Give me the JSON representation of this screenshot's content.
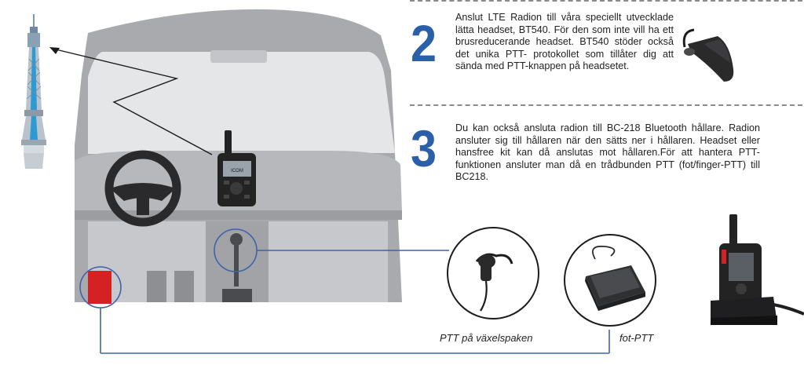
{
  "steps": [
    {
      "number": "2",
      "text": "Anslut LTE Radion till våra speciellt utvecklade lätta headset, BT540. För den som inte vill ha ett brusreducerande headset. BT540 stöder också det unika PTT- protokollet som tillåter dig att sända med PTT-knappen på headsetet."
    },
    {
      "number": "3",
      "text": "Du kan också ansluta radion till BC-218 Bluetooth hållare. Radion ansluter sig till hållaren när den sätts ner i hållaren. Headset eller hansfree kit kan då anslutas mot hållaren.För att hantera PTT-funktionen ansluter man då en trådbunden PTT (fot/finger-PTT) till BC218."
    }
  ],
  "captions": {
    "gear_ptt": "PTT på växelspaken",
    "foot_ptt": "fot-PTT"
  },
  "radio_brand": "ICOM",
  "colors": {
    "accent_blue": "#2b5fa8",
    "cable_blue": "#3f63a9",
    "car_gray": "#a9aaae",
    "dash_gray": "#b7b8bb",
    "tower_blue": "#2e9ad4",
    "red_unit": "#d42124",
    "device_dark": "#232323"
  }
}
